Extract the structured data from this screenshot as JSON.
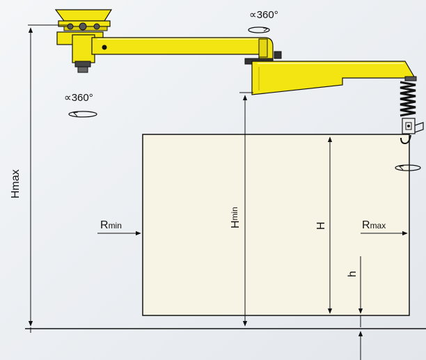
{
  "labels": {
    "rotation_top": "∝360°",
    "rotation_mast": "∝360°",
    "hmax_main": "H",
    "hmax_sub": "max",
    "hmin_main": "H",
    "hmin_sub": "min",
    "rmin_main": "R",
    "rmin_sub": "min",
    "rmax_main": "R",
    "rmax_sub": "max",
    "h_big": "H",
    "h_small": "h"
  },
  "colors": {
    "arm": "#f3e511",
    "arm_dark": "#b9ab00",
    "workspace": "#f7f4e6",
    "line": "#111111",
    "background": "#eef1f4"
  }
}
